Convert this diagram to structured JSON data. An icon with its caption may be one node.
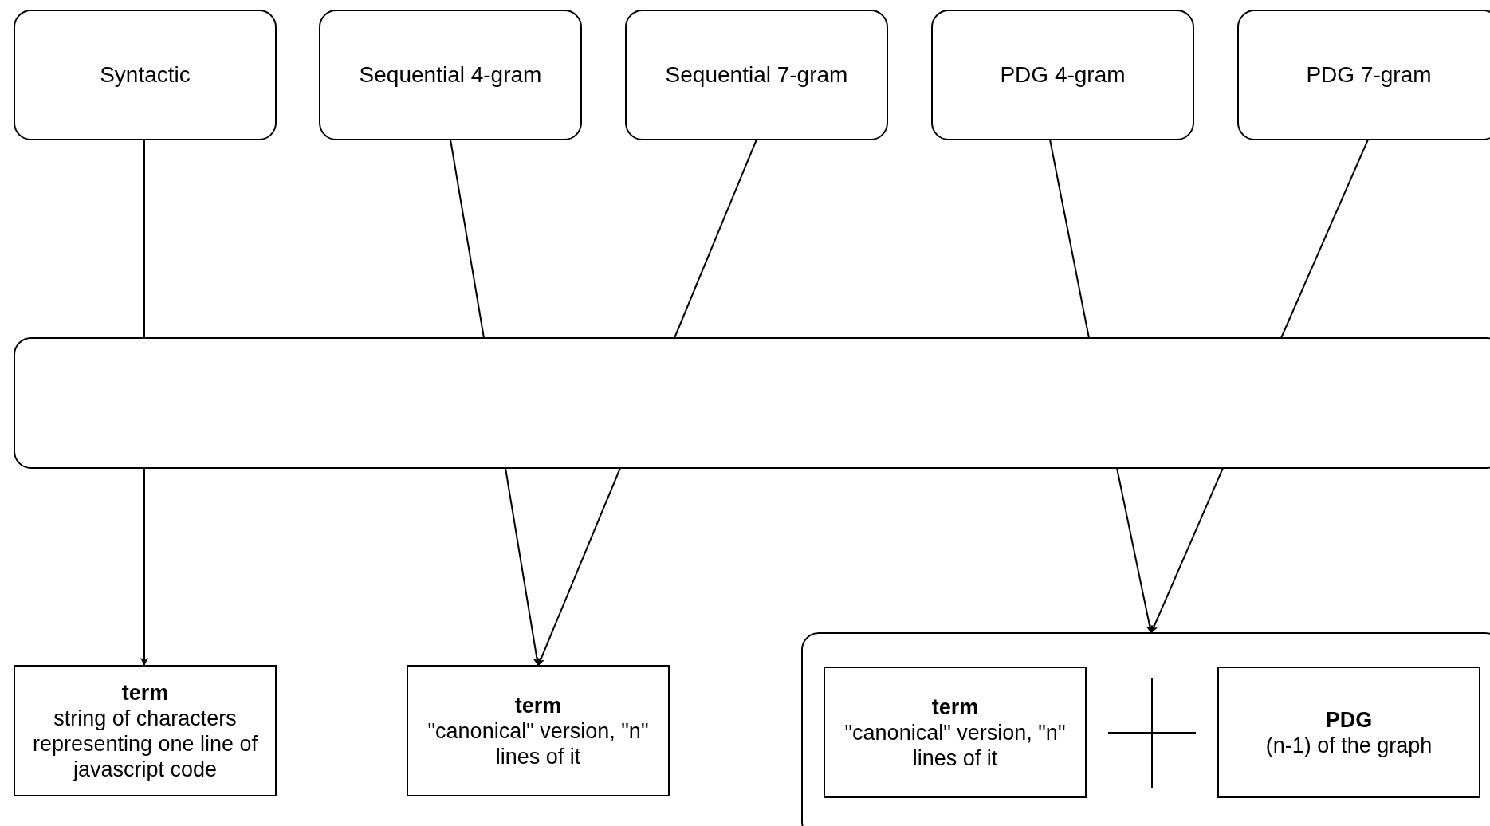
{
  "diagram": {
    "nodes": [
      {
        "text": [
          "Syntactic"
        ]
      },
      {
        "text": [
          "Sequential 4-gram"
        ]
      },
      {
        "text": [
          "Sequential 7-gram"
        ]
      },
      {
        "text": [
          "PDG 4-gram"
        ]
      },
      {
        "text": [
          "PDG 7-gram"
        ]
      },
      {
        "text": [],
        "shape": "box"
      },
      {
        "text": [
          "term",
          "string of characters representing one line of javascript code"
        ]
      },
      {
        "text": [
          "term",
          "\"canonical\" version, \"n\" lines of it"
        ]
      },
      {
        "text": [],
        "shape": "box"
      },
      {
        "text": [
          "term",
          "\"canonical\" version, \"n\" lines of it"
        ],
        "in": 8
      },
      {
        "text": [
          "PDG",
          "(n-1) of the graph"
        ],
        "in": 8
      }
    ],
    "edges": [
      {
        "from": 0,
        "to": 5,
        "arrow": "none"
      },
      {
        "from": 1,
        "to": 5,
        "arrow": "none"
      },
      {
        "from": 2,
        "to": 5,
        "arrow": "none"
      },
      {
        "from": 3,
        "to": 5,
        "arrow": "none"
      },
      {
        "from": 4,
        "to": 5,
        "arrow": "none"
      },
      {
        "from": 5,
        "to": 6,
        "arrow": "to"
      },
      {
        "from": 5,
        "to": 7,
        "arrow": "to"
      },
      {
        "from": 5,
        "to": 7,
        "arrow": "to"
      },
      {
        "from": 5,
        "to": 8,
        "arrow": "to"
      },
      {
        "from": 5,
        "to": 8,
        "arrow": "to"
      }
    ]
  }
}
